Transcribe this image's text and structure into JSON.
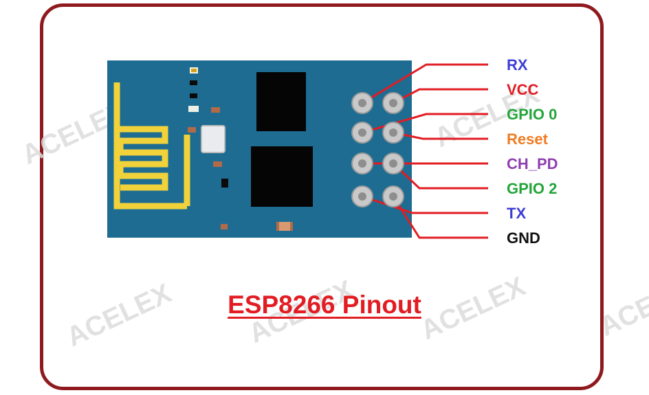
{
  "title": "ESP8266 Pinout",
  "watermark": "ACELEX",
  "colors": {
    "frame": "#8e1a1e",
    "board": "#1e6c92",
    "antenna": "#f2d23b",
    "wire": "#e21c23",
    "chip": "#050505"
  },
  "pins": [
    {
      "label": "RX",
      "color": "#3d3dd6"
    },
    {
      "label": "VCC",
      "color": "#e21c23"
    },
    {
      "label": "GPIO 0",
      "color": "#22a539"
    },
    {
      "label": "Reset",
      "color": "#f07b22"
    },
    {
      "label": "CH_PD",
      "color": "#8f3fb0"
    },
    {
      "label": "GPIO 2",
      "color": "#22a539"
    },
    {
      "label": "TX",
      "color": "#3d3dd6"
    },
    {
      "label": "GND",
      "color": "#111111"
    }
  ]
}
